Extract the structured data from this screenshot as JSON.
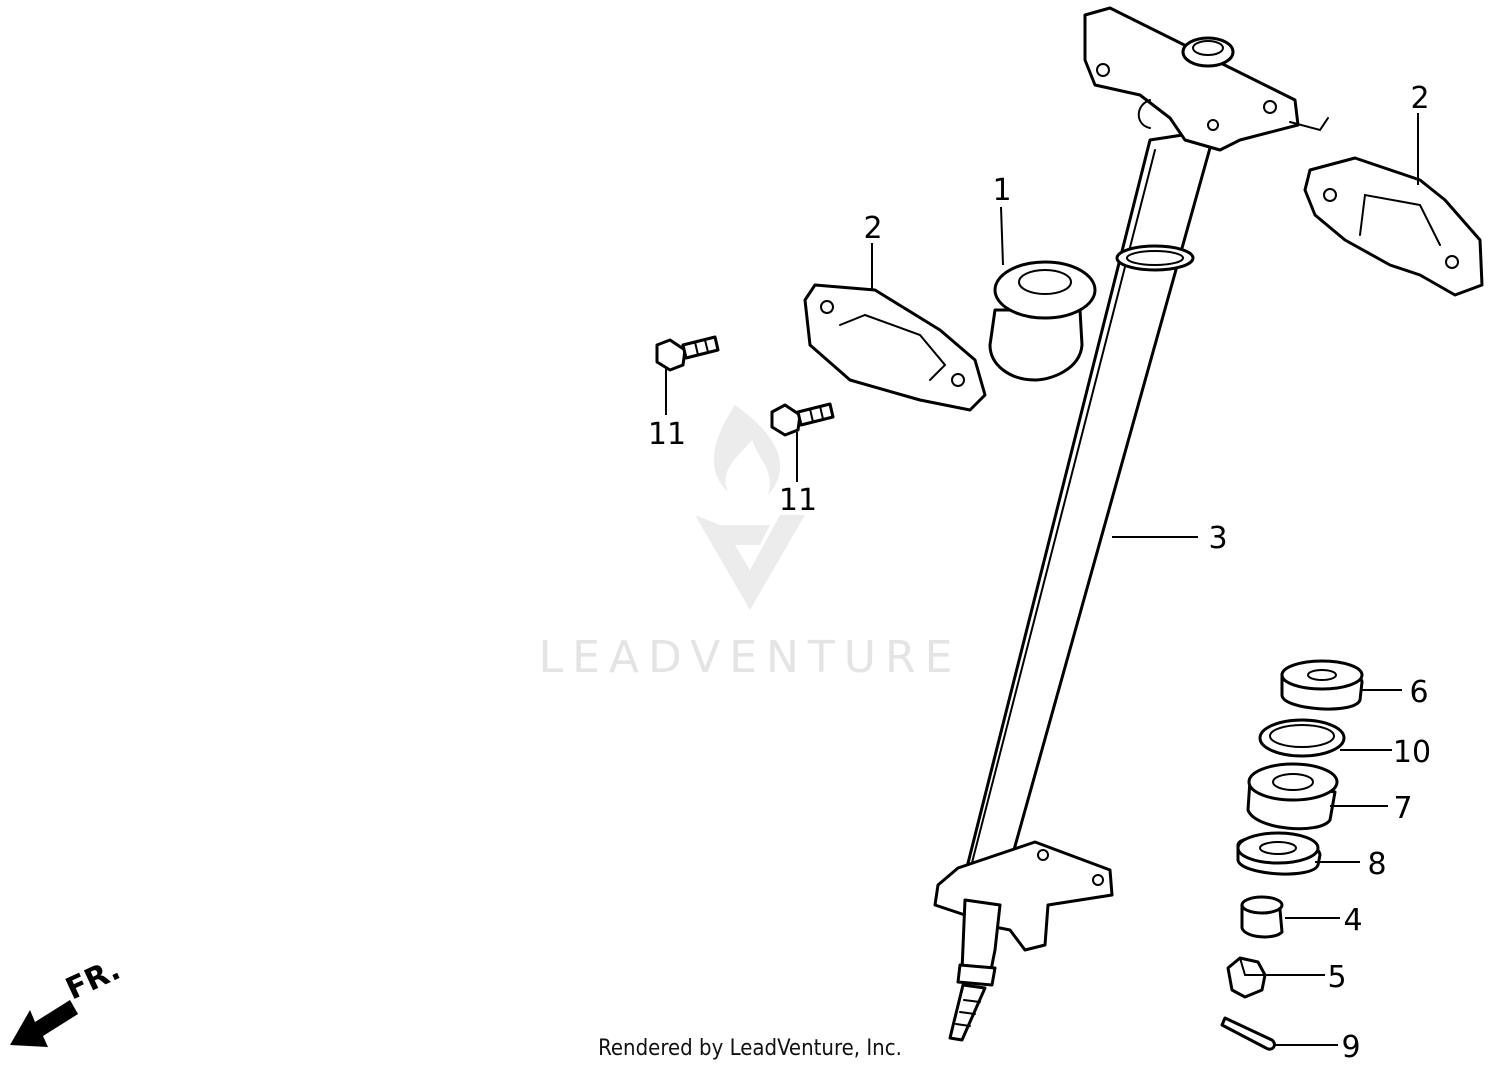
{
  "diagram": {
    "callouts": {
      "c1": "1",
      "c2a": "2",
      "c2b": "2",
      "c3": "3",
      "c4": "4",
      "c5": "5",
      "c6": "6",
      "c7": "7",
      "c8": "8",
      "c9": "9",
      "c10": "10",
      "c11a": "11",
      "c11b": "11"
    },
    "front_indicator": "FR.",
    "watermark": "LEADVENTURE",
    "footer": "Rendered by LeadVenture, Inc."
  },
  "colors": {
    "line": "#000000",
    "watermark": "#e4e4e4",
    "background": "#ffffff"
  }
}
